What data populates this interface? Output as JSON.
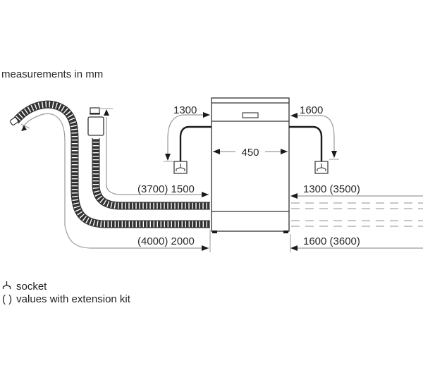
{
  "title": "measurements in mm",
  "appliance": {
    "width_label": "450"
  },
  "dimensions": {
    "left_top_power": "1300",
    "right_top_power": "1600",
    "left_inlet": "(3700) 1500",
    "left_drain": "(4000) 2000",
    "right_inlet": "1300 (3500)",
    "right_drain": "1600 (3600)"
  },
  "legend": {
    "socket_symbol": "socket-icon",
    "socket_label": "socket",
    "bracket_symbol": "( )",
    "bracket_label": "values with extension kit"
  },
  "colors": {
    "line_dark": "#1a1a1a",
    "line_grey": "#8a8a8a",
    "line_light": "#b0b0b0"
  }
}
